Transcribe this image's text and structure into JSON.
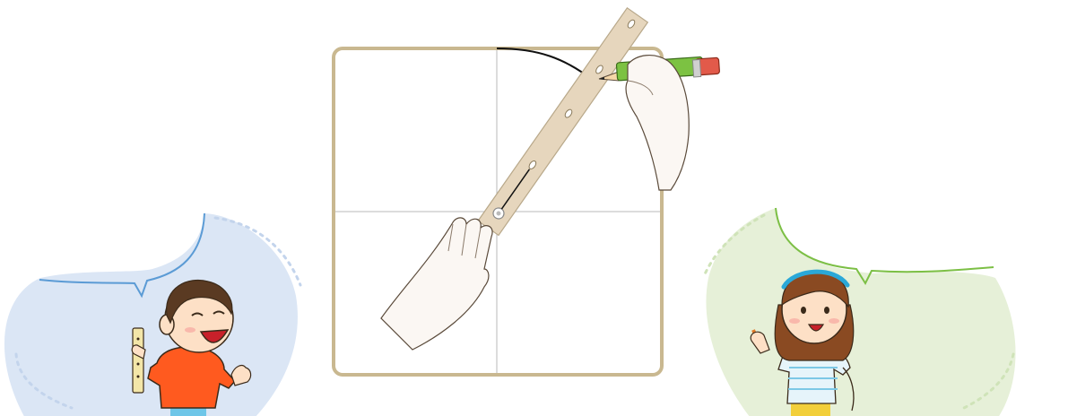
{
  "scene": {
    "left_character": "boy-with-ruler",
    "right_character": "girl-with-pencil",
    "center_panel": "drawing-circle-with-ruler-and-pencil"
  },
  "colors": {
    "left_bubble_fill": "#dbe6f5",
    "left_bubble_stroke": "#5b9bd5",
    "right_bubble_fill": "#e6f0d8",
    "right_bubble_stroke": "#7cbf45",
    "board_border": "#c9b890",
    "ruler": "#e6d6bd",
    "pencil": "#7cc242",
    "boy_shirt": "#ff5a1f",
    "girl_headband": "#2aa8d8"
  },
  "icons": [
    "board-icon",
    "ruler-icon",
    "pencil-icon",
    "hand-icon"
  ]
}
